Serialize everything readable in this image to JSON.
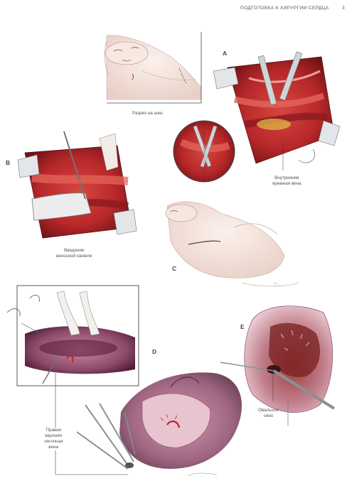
{
  "header": {
    "running_head": "ПОДГОТОВКА К ХИРУРГИИ СЕРДЦА",
    "page_number": "3"
  },
  "figure_letters": {
    "a": "A",
    "b": "B",
    "c": "C",
    "d": "D",
    "e": "E"
  },
  "captions": {
    "neck_incision": "Разрез на шее",
    "internal_jugular_line1": "Внутренняя",
    "internal_jugular_line2": "яремная вена",
    "venous_cannula_line1": "Введение",
    "venous_cannula_line2": "венозной канюли",
    "oval_window_line1": "Овальное",
    "oval_window_line2": "окно",
    "pulm_vein_line1": "Правая",
    "pulm_vein_line2": "верхняя",
    "pulm_vein_line3": "легочная",
    "pulm_vein_line4": "вена"
  },
  "colors": {
    "tissue_red": "#b8282a",
    "tissue_dark": "#7a1418",
    "skin": "#f3e2dc",
    "retractor": "#cfd4d8",
    "atrium_purple": "#8c4a6a",
    "frame_line": "#444444"
  }
}
